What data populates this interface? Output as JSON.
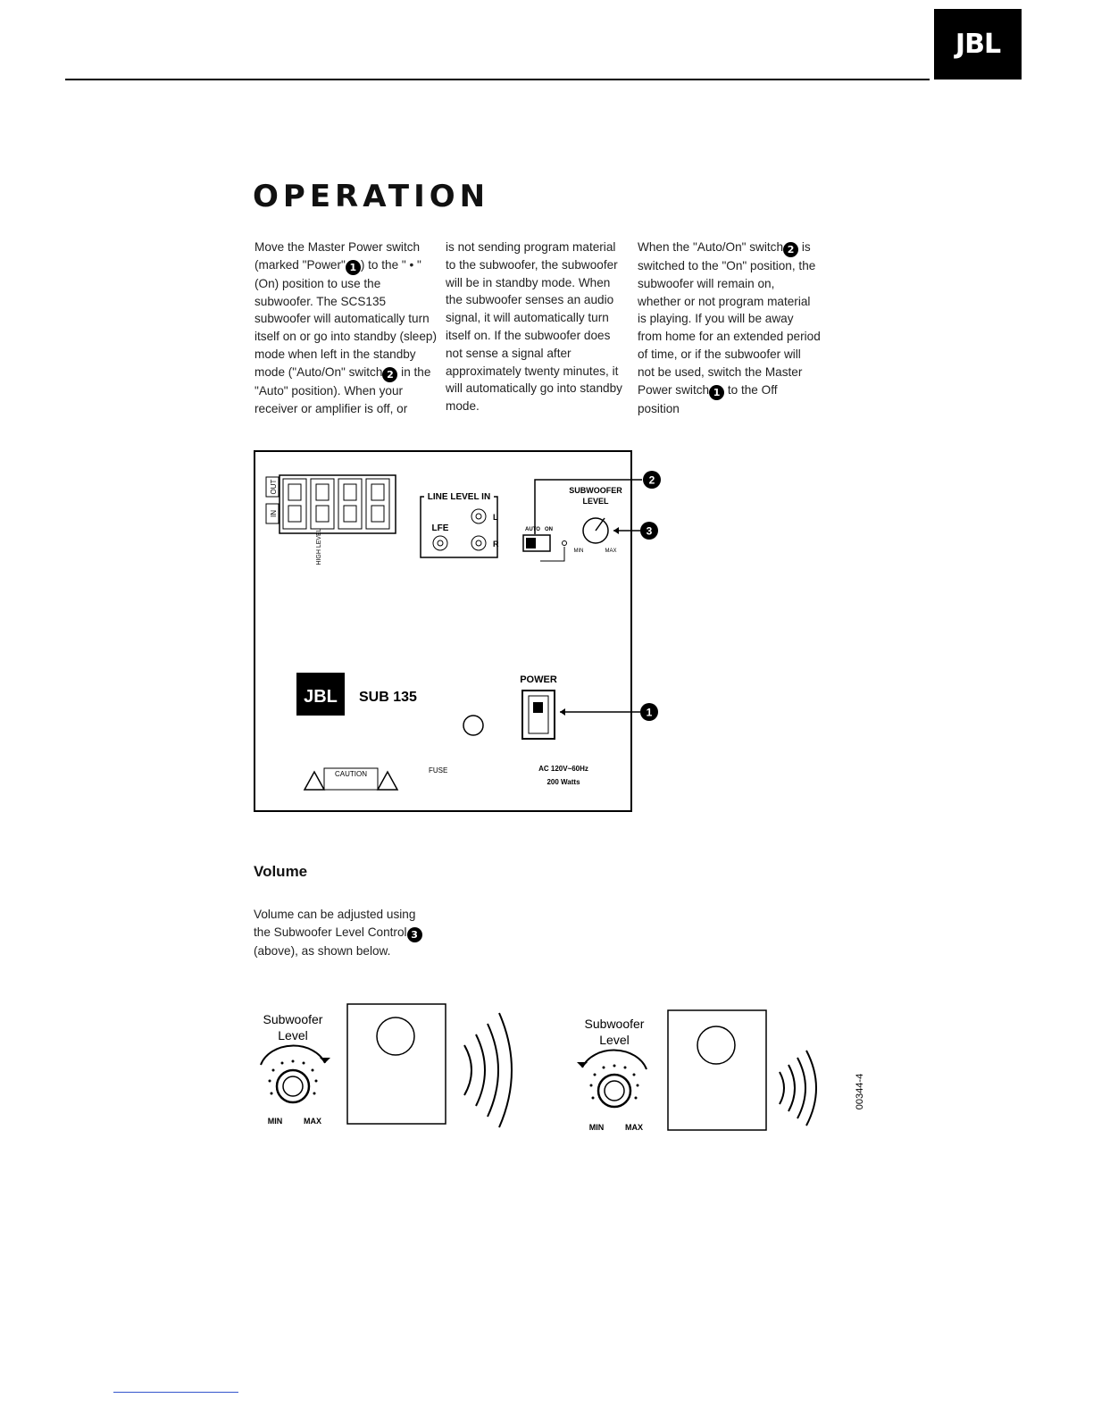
{
  "header": {
    "brand": "JBL"
  },
  "title": "OPERATION",
  "operation": {
    "col1": {
      "a": "Move the Master Power switch (marked \"Power\"",
      "b": ") to the \" • \" (On) position to use the subwoofer. The SCS135 subwoofer will automatically turn itself on or go into standby (sleep) mode when left in the standby mode (\"Auto/On\" switch",
      "c": " in the \"Auto\" position). When your receiver or amplifier is off, or"
    },
    "col2": {
      "a": "is not sending program material to the subwoofer, the subwoofer will be in standby mode. When the subwoofer senses an audio signal, it will automatically turn itself on. If the subwoofer does not sense a signal after approximately twenty minutes, it will automatically go into standby mode."
    },
    "col3": {
      "a": "When the \"Auto/On\" switch",
      "b": " is switched to the \"On\" position, the subwoofer will remain on, whether or not program material is playing. If you will be away from home for an extended period of time, or if the subwoofer will not be used, switch the Master Power switch",
      "c": " to the Off position"
    },
    "callouts": {
      "one": "1",
      "two": "2",
      "three": "3"
    }
  },
  "panel": {
    "speaker_out": "OUT",
    "speaker_in": "IN",
    "high_level": "HIGH LEVEL",
    "line_level_in": "LINE LEVEL IN",
    "lfe": "LFE",
    "l": "L",
    "r": "R",
    "auto": "AUTO",
    "on": "ON",
    "subwoofer_level_1": "SUBWOOFER",
    "subwoofer_level_2": "LEVEL",
    "min": "MIN",
    "max": "MAX",
    "model": "SUB 135",
    "brand": "JBL",
    "power": "POWER",
    "caution": "CAUTION",
    "fuse": "FUSE",
    "ac": "AC 120V~60Hz",
    "watts": "200 Watts",
    "callout_1": "1",
    "callout_2": "2",
    "callout_3": "3"
  },
  "volume": {
    "heading": "Volume",
    "text_a": "Volume can be adjusted using the Subwoofer Level Control",
    "text_b": " (above), as shown below.",
    "callout": "3"
  },
  "illustration": {
    "label_1": "Subwoofer",
    "label_2": "Level",
    "min": "MIN",
    "max": "MAX",
    "figure_code": "00344-4"
  }
}
